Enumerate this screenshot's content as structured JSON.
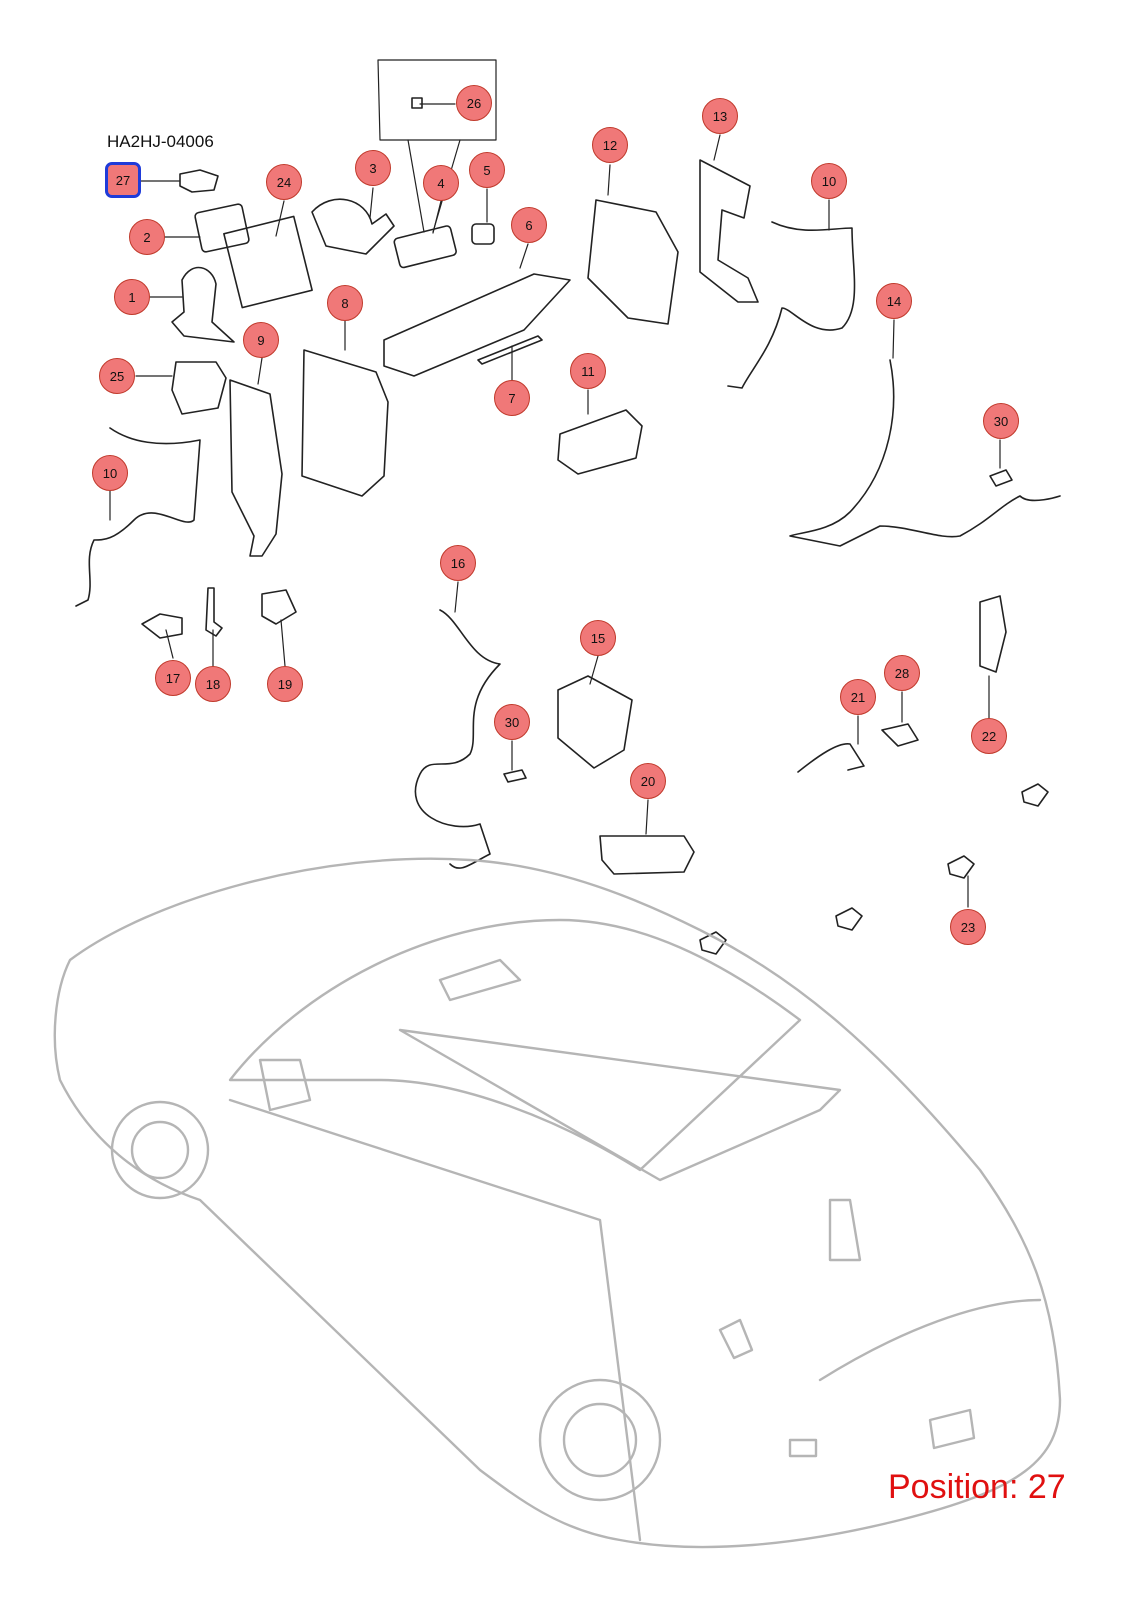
{
  "diagram_code": "HA2HJ-04006",
  "position_label": "Position: 27",
  "colors": {
    "callout_fill": "#f07878",
    "callout_stroke": "#c0392b",
    "selected_border": "#1f3bd9",
    "position_text": "#e01010",
    "part_stroke": "#222222",
    "car_stroke": "#b5b5b5"
  },
  "callouts": [
    {
      "label": "27",
      "selected": true
    },
    {
      "label": "2"
    },
    {
      "label": "1"
    },
    {
      "label": "24"
    },
    {
      "label": "3"
    },
    {
      "label": "26"
    },
    {
      "label": "4"
    },
    {
      "label": "5"
    },
    {
      "label": "6"
    },
    {
      "label": "7"
    },
    {
      "label": "12"
    },
    {
      "label": "13"
    },
    {
      "label": "10"
    },
    {
      "label": "14"
    },
    {
      "label": "25"
    },
    {
      "label": "9"
    },
    {
      "label": "8"
    },
    {
      "label": "11"
    },
    {
      "label": "30"
    },
    {
      "label": "10"
    },
    {
      "label": "17"
    },
    {
      "label": "18"
    },
    {
      "label": "19"
    },
    {
      "label": "16"
    },
    {
      "label": "15"
    },
    {
      "label": "30"
    },
    {
      "label": "20"
    },
    {
      "label": "21"
    },
    {
      "label": "28"
    },
    {
      "label": "22"
    },
    {
      "label": "23"
    }
  ]
}
